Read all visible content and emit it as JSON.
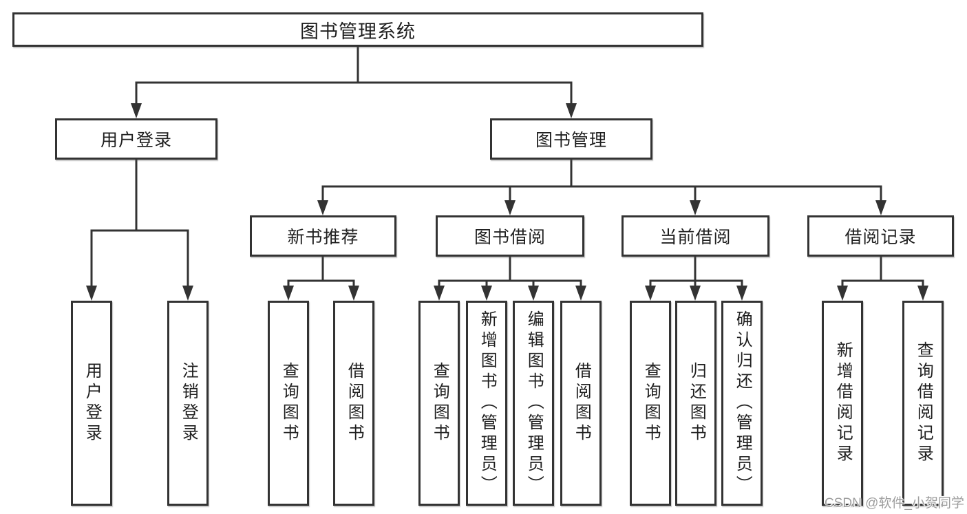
{
  "diagram": {
    "colors": {
      "line": "#333333",
      "text": "#1f1f1f",
      "watermark": "#9e9e9e",
      "background": "#ffffff"
    },
    "root": {
      "label": "图书管理系统"
    },
    "level2": [
      {
        "label": "用户登录"
      },
      {
        "label": "图书管理"
      }
    ],
    "level3": [
      {
        "label": "新书推荐"
      },
      {
        "label": "图书借阅"
      },
      {
        "label": "当前借阅"
      },
      {
        "label": "借阅记录"
      }
    ],
    "leaves": [
      {
        "label": "用户登录"
      },
      {
        "label": "注销登录"
      },
      {
        "label": "查询图书"
      },
      {
        "label": "借阅图书"
      },
      {
        "label": "查询图书"
      },
      {
        "label": "新增图书（管理员）"
      },
      {
        "label": "编辑图书（管理员）"
      },
      {
        "label": "借阅图书"
      },
      {
        "label": "查询图书"
      },
      {
        "label": "归还图书"
      },
      {
        "label": "确认归还（管理员）"
      },
      {
        "label": "新增借阅记录"
      },
      {
        "label": "查询借阅记录"
      }
    ],
    "watermark": "CSDN @软件_小贺同学"
  }
}
